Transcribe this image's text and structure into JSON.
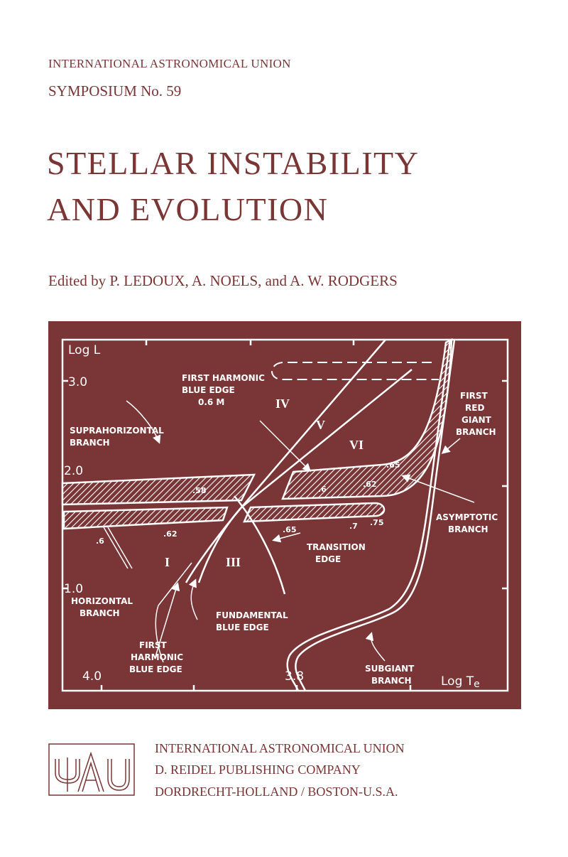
{
  "cover": {
    "series": "INTERNATIONAL ASTRONOMICAL UNION",
    "symposium": "SYMPOSIUM No. 59",
    "title_line1": "STELLAR INSTABILITY",
    "title_line2": "AND EVOLUTION",
    "editors": "Edited by P. LEDOUX, A. NOELS, and A. W. RODGERS"
  },
  "diagram": {
    "y_axis_label": "Log L",
    "x_axis_label": "Log T",
    "x_axis_subscript": "e",
    "y_ticks": [
      "3.0",
      "2.0",
      "1.0"
    ],
    "x_ticks": [
      "4.0",
      "3.8"
    ],
    "regions": [
      "I",
      "III",
      "IV",
      "V",
      "VI"
    ],
    "labels": {
      "fh_blue_edge_top": [
        "FIRST HARMONIC",
        "BLUE EDGE",
        "0.6 M"
      ],
      "suprahorizontal": [
        "SUPRAHORIZONTAL",
        "BRANCH"
      ],
      "first_red_giant": [
        "FIRST",
        "RED",
        "GIANT",
        "BRANCH"
      ],
      "asymptotic": [
        "ASYMPTOTIC",
        "BRANCH"
      ],
      "transition": [
        "TRANSITION",
        "EDGE"
      ],
      "horizontal": [
        "HORIZONTAL",
        "BRANCH"
      ],
      "fundamental": [
        "FUNDAMENTAL",
        "BLUE EDGE"
      ],
      "fh_blue_edge_bottom": [
        "FIRST",
        "HARMONIC",
        "BLUE EDGE"
      ],
      "subgiant": [
        "SUBGIANT",
        "BRANCH"
      ]
    },
    "mass_labels": {
      "upper": [
        ".58",
        ".6",
        ".62",
        ".65"
      ],
      "lower": [
        ".6",
        ".62",
        ".65",
        ".7",
        ".75"
      ]
    }
  },
  "publisher": {
    "logo_text": "IAU",
    "line1": "INTERNATIONAL ASTRONOMICAL UNION",
    "line2": "D. REIDEL PUBLISHING COMPANY",
    "line3": "DORDRECHT-HOLLAND / BOSTON-U.S.A."
  },
  "colors": {
    "ink": "#7a3535",
    "panel": "#7a3536",
    "line": "#ffffff"
  }
}
